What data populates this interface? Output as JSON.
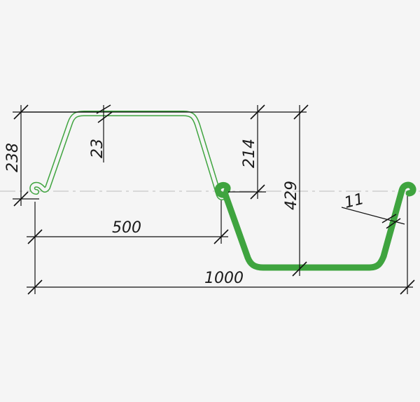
{
  "diagram": {
    "profile_color": "#3fa43f",
    "dimensions": {
      "height_238": "238",
      "thickness_23": "23",
      "width_500": "500",
      "height_214": "214",
      "height_429": "429",
      "thickness_11": "11",
      "width_1000": "1000"
    }
  }
}
